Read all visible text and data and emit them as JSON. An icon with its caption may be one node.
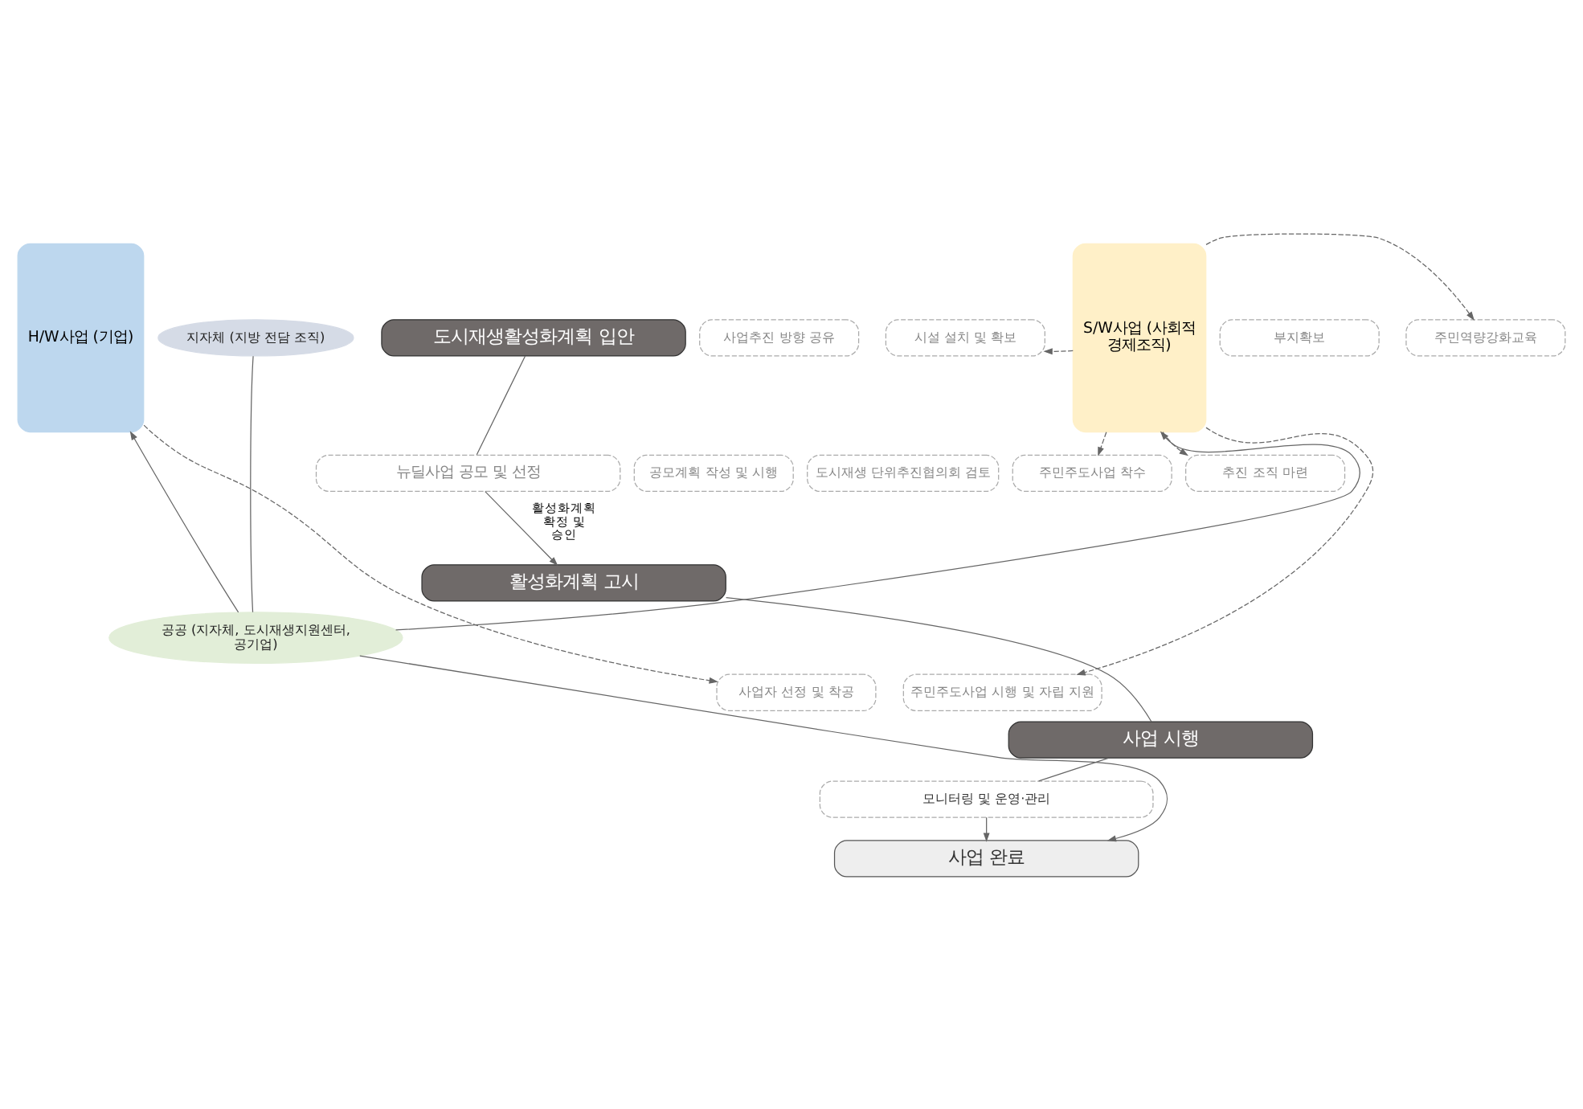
{
  "diagram": {
    "nodes": [
      {
        "text": [
          "지자체 (지방 전담 조직)"
        ]
      },
      {
        "text": [
          "공공 (지자체, 도시재생지원센터, 공기업)"
        ]
      },
      {
        "text": [
          "도시재생활성화계획 입안"
        ]
      },
      {
        "text": [
          "뉴딜사업 공모 및 선정"
        ]
      },
      {
        "text": [
          "활성화계획 고시"
        ]
      },
      {
        "text": [
          "사업 시행"
        ]
      },
      {
        "text": [
          "H/W사업 (기업)"
        ]
      },
      {
        "text": [
          "부지확보"
        ]
      },
      {
        "text": [
          "주민역량강화교육"
        ]
      },
      {
        "text": [
          "S/W사업 (사회적 경제조직)"
        ]
      },
      {
        "text": [
          "도시재생 단위추진협의회 검토"
        ]
      },
      {
        "text": [
          "추진 조직 마련"
        ]
      },
      {
        "text": [
          "사업추진 방향 공유"
        ]
      },
      {
        "text": [
          "시설 설치 및 확보"
        ]
      },
      {
        "text": [
          "공모계획 작성 및 시행"
        ]
      },
      {
        "text": [
          "주민주도사업 착수"
        ]
      },
      {
        "text": [
          "사업자 선정 및 착공"
        ]
      },
      {
        "text": [
          "주민주도사업 시행 및 자립 지원"
        ]
      },
      {
        "text": [
          "모니터링 및 운영·관리"
        ]
      },
      {
        "text": [
          "사업 완료"
        ]
      }
    ],
    "edges": [
      {
        "from": 0,
        "to": 1,
        "arrow": "none"
      },
      {
        "from": 2,
        "to": 3,
        "arrow": "none"
      },
      {
        "from": 3,
        "to": 4,
        "arrow": "to",
        "label": "활성화계획 확정 및 승인"
      },
      {
        "from": 4,
        "to": 5,
        "arrow": "none"
      },
      {
        "from": 5,
        "to": 18,
        "arrow": "none"
      },
      {
        "from": 18,
        "to": 19,
        "arrow": "to"
      },
      {
        "from": 1,
        "to": 6,
        "arrow": "to"
      },
      {
        "from": 1,
        "to": 9,
        "arrow": "to"
      },
      {
        "from": 1,
        "to": 19,
        "arrow": "to"
      },
      {
        "from": 6,
        "to": 16,
        "arrow": "to",
        "style": "dashed"
      },
      {
        "from": 9,
        "to": 8,
        "arrow": "to",
        "style": "dashed"
      },
      {
        "from": 9,
        "to": 11,
        "arrow": "to",
        "style": "dashed"
      },
      {
        "from": 9,
        "to": 13,
        "arrow": "to",
        "style": "dashed"
      },
      {
        "from": 9,
        "to": 15,
        "arrow": "to",
        "style": "dashed"
      },
      {
        "from": 9,
        "to": 17,
        "arrow": "to",
        "style": "dashed"
      }
    ]
  }
}
